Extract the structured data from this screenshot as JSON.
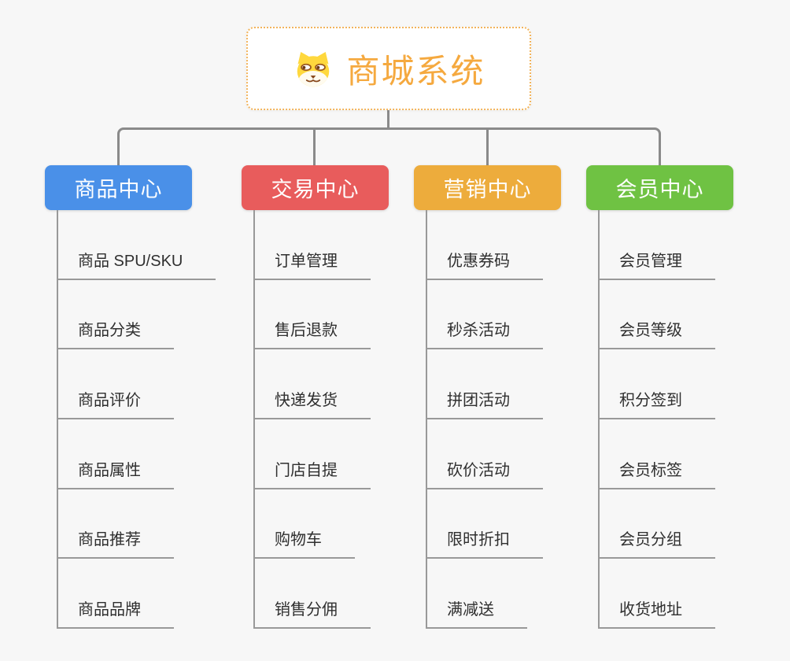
{
  "page": {
    "background_color": "#f7f7f7",
    "connector_color": "#8a8a8a",
    "leaf_line_color": "#999999",
    "leaf_text_color": "#2f2f2f"
  },
  "root": {
    "title": "商城系统",
    "icon": "dog-face-icon",
    "text_color": "#f5a93f",
    "border_color": "#f2b45c",
    "background": "#ffffff"
  },
  "branches": [
    {
      "label": "商品中心",
      "color": "#4a90e8",
      "items": [
        "商品 SPU/SKU",
        "商品分类",
        "商品评价",
        "商品属性",
        "商品推荐",
        "商品品牌"
      ]
    },
    {
      "label": "交易中心",
      "color": "#e85c5c",
      "items": [
        "订单管理",
        "售后退款",
        "快递发货",
        "门店自提",
        "购物车",
        "销售分佣"
      ]
    },
    {
      "label": "营销中心",
      "color": "#edac3c",
      "items": [
        "优惠券码",
        "秒杀活动",
        "拼团活动",
        "砍价活动",
        "限时折扣",
        "满减送"
      ]
    },
    {
      "label": "会员中心",
      "color": "#6fc243",
      "items": [
        "会员管理",
        "会员等级",
        "积分签到",
        "会员标签",
        "会员分组",
        "收货地址"
      ]
    }
  ]
}
